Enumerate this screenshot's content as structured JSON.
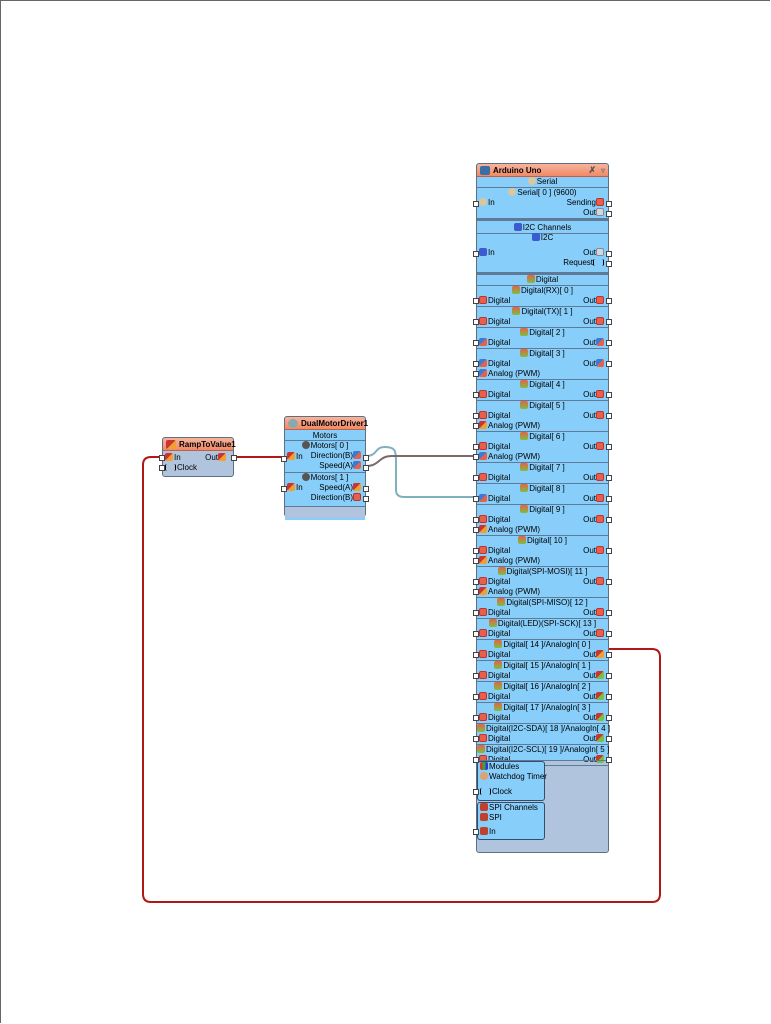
{
  "canvas": {
    "background": "#ffffff"
  },
  "colors": {
    "wire_red": "#b01818",
    "wire_brown": "#7a6a68",
    "wire_lightblue": "#7fb0c0",
    "panel_blue": "#87cefa",
    "panel_gray": "#b0c4de",
    "title_orange": "#f08a66"
  },
  "ramp": {
    "title": "RampToValue1",
    "in_label": "In",
    "clock_label": "Clock",
    "out_label": "Out"
  },
  "motor": {
    "title": "DualMotorDriver1",
    "section": "Motors",
    "motor0": {
      "title": "Motors[ 0 ]",
      "in_label": "In",
      "direction_label": "Direction(B)",
      "speed_label": "Speed(A)"
    },
    "motor1": {
      "title": "Motors[ 1 ]",
      "in_label": "In",
      "speed_label": "Speed(A)",
      "direction_label": "Direction(B)"
    }
  },
  "arduino": {
    "title": "Arduino Uno",
    "serial": {
      "section": "Serial",
      "channel": "Serial[ 0 ] (9600)",
      "in_label": "In",
      "sending_label": "Sending",
      "out_label": "Out"
    },
    "i2c": {
      "section": "I2C Channels",
      "channel": "I2C",
      "in_label": "In",
      "out_label": "Out",
      "request_label": "Request"
    },
    "digital_section": "Digital",
    "pins": [
      {
        "title": "Digital(RX)[ 0 ]",
        "digital": "Digital",
        "out": "Out",
        "analog": ""
      },
      {
        "title": "Digital(TX)[ 1 ]",
        "digital": "Digital",
        "out": "Out",
        "analog": ""
      },
      {
        "title": "Digital[ 2 ]",
        "digital": "Digital",
        "out": "Out",
        "analog": ""
      },
      {
        "title": "Digital[ 3 ]",
        "digital": "Digital",
        "out": "Out",
        "analog": "Analog (PWM)"
      },
      {
        "title": "Digital[ 4 ]",
        "digital": "Digital",
        "out": "Out",
        "analog": ""
      },
      {
        "title": "Digital[ 5 ]",
        "digital": "Digital",
        "out": "Out",
        "analog": "Analog (PWM)"
      },
      {
        "title": "Digital[ 6 ]",
        "digital": "Digital",
        "out": "Out",
        "analog": "Analog (PWM)"
      },
      {
        "title": "Digital[ 7 ]",
        "digital": "Digital",
        "out": "Out",
        "analog": ""
      },
      {
        "title": "Digital[ 8 ]",
        "digital": "Digital",
        "out": "Out",
        "analog": ""
      },
      {
        "title": "Digital[ 9 ]",
        "digital": "Digital",
        "out": "Out",
        "analog": "Analog (PWM)"
      },
      {
        "title": "Digital[ 10 ]",
        "digital": "Digital",
        "out": "Out",
        "analog": "Analog (PWM)"
      },
      {
        "title": "Digital(SPI-MOSI)[ 11 ]",
        "digital": "Digital",
        "out": "Out",
        "analog": "Analog (PWM)"
      },
      {
        "title": "Digital(SPI-MISO)[ 12 ]",
        "digital": "Digital",
        "out": "Out",
        "analog": ""
      },
      {
        "title": "Digital(LED)(SPI-SCK)[ 13 ]",
        "digital": "Digital",
        "out": "Out",
        "analog": ""
      },
      {
        "title": "Digital[ 14 ]/AnalogIn[ 0 ]",
        "digital": "Digital",
        "out": "Out",
        "analog": ""
      },
      {
        "title": "Digital[ 15 ]/AnalogIn[ 1 ]",
        "digital": "Digital",
        "out": "Out",
        "analog": ""
      },
      {
        "title": "Digital[ 16 ]/AnalogIn[ 2 ]",
        "digital": "Digital",
        "out": "Out",
        "analog": ""
      },
      {
        "title": "Digital[ 17 ]/AnalogIn[ 3 ]",
        "digital": "Digital",
        "out": "Out",
        "analog": ""
      },
      {
        "title": "Digital(I2C-SDA)[ 18 ]/AnalogIn[ 4 ]",
        "digital": "Digital",
        "out": "Out",
        "analog": ""
      },
      {
        "title": "Digital(I2C-SCL)[ 19 ]/AnalogIn[ 5 ]",
        "digital": "Digital",
        "out": "Out",
        "analog": ""
      }
    ],
    "modules": {
      "section": "Modules",
      "watchdog": "Watchdog Timer",
      "clock_label": "Clock",
      "spi_section": "SPI Channels",
      "spi": "SPI",
      "spi_in": "In"
    }
  },
  "connections": [
    {
      "from": "RampToValue1.Out",
      "to": "DualMotorDriver1.Motors[0].In"
    },
    {
      "from": "DualMotorDriver1.Motors[0].Direction(B)",
      "to": "Arduino Uno.Digital[8].Digital"
    },
    {
      "from": "DualMotorDriver1.Motors[0].Speed(A)",
      "to": "Arduino Uno.Digital[6].Analog (PWM)"
    },
    {
      "from": "Arduino Uno.Digital[14]/AnalogIn[0].Out",
      "to": "RampToValue1.In"
    }
  ]
}
